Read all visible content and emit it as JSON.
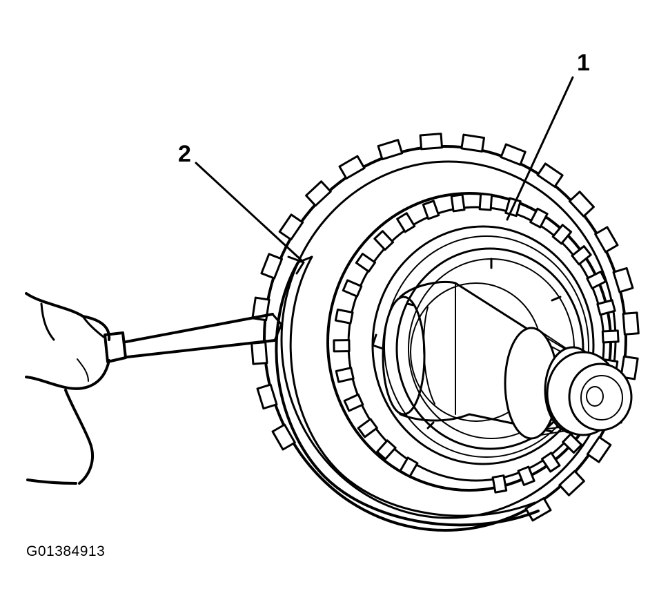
{
  "callouts": {
    "one": "1",
    "two": "2"
  },
  "figure_id": "G01384913",
  "colors": {
    "ink": "#000000",
    "paper": "#ffffff"
  }
}
